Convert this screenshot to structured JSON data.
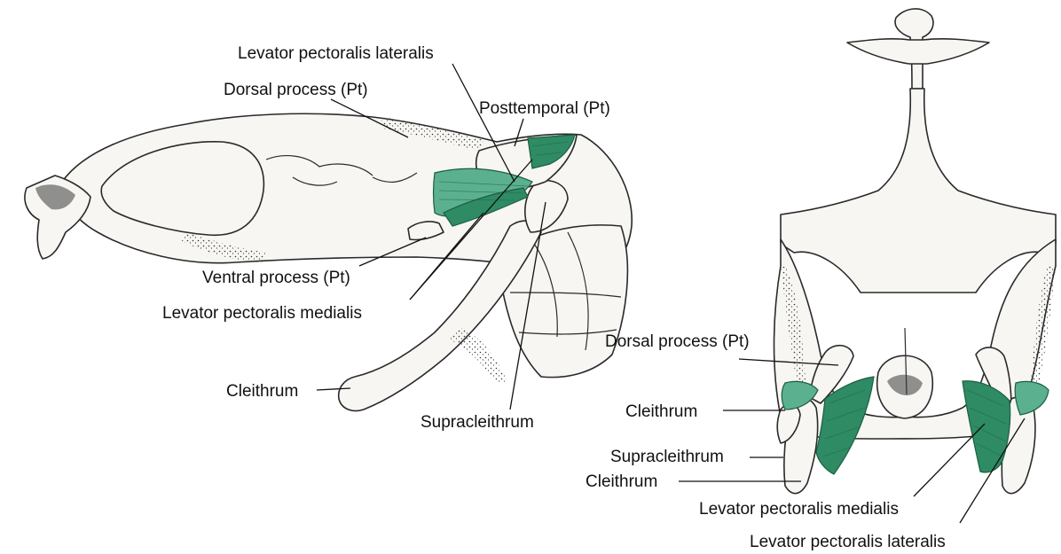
{
  "colors": {
    "muscle_fill": "#2e8b63",
    "muscle_fill_light": "#5bb08f",
    "bone_fill": "#f7f6f2",
    "outline": "#2a2a2a"
  },
  "labels": {
    "levator_lateralis_left": "Levator pectoralis lateralis",
    "dorsal_process_left": "Dorsal process (Pt)",
    "posttemporal": "Posttemporal (Pt)",
    "ventral_process": "Ventral process (Pt)",
    "levator_medialis_left": "Levator pectoralis medialis",
    "cleithrum_left": "Cleithrum",
    "supracleithrum_left": "Supracleithrum",
    "dorsal_process_right": "Dorsal process (Pt)",
    "cleithrum_right_upper": "Cleithrum",
    "supracleithrum_right": "Supracleithrum",
    "cleithrum_right_lower": "Cleithrum",
    "levator_medialis_right": "Levator pectoralis medialis",
    "levator_lateralis_right": "Levator pectoralis lateralis"
  }
}
